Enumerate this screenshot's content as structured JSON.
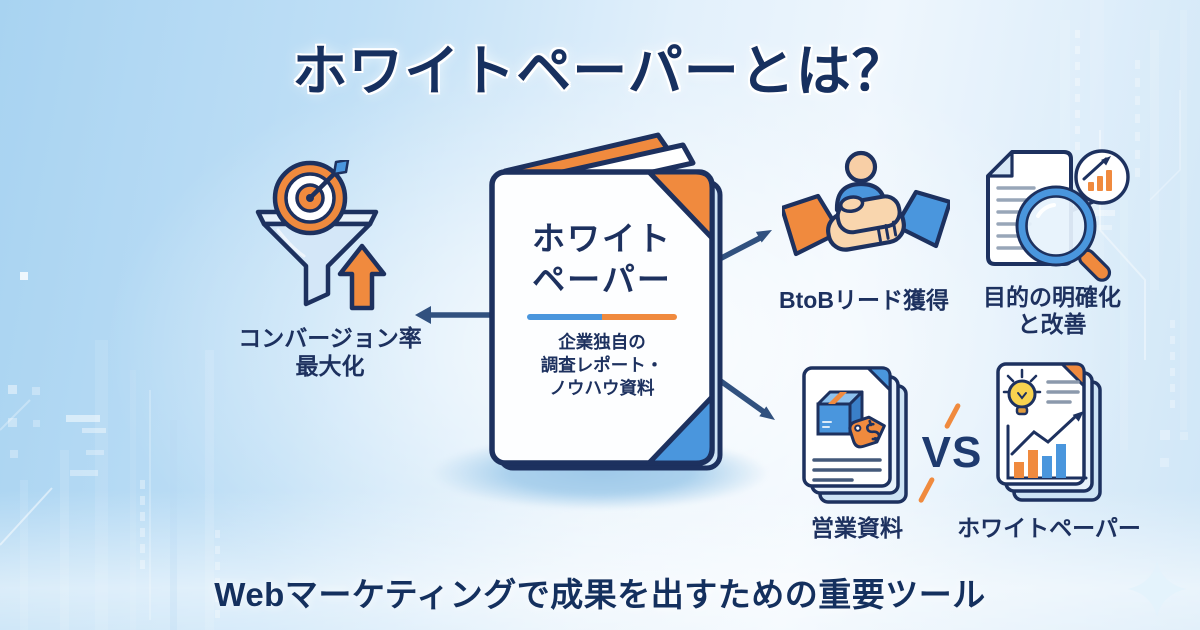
{
  "title": "ホワイトペーパーとは？",
  "center_document": {
    "name_line1": "ホワイト",
    "name_line2": "ペーパー",
    "desc_line1": "企業独自の",
    "desc_line2": "調査レポート・",
    "desc_line3": "ノウハウ資料"
  },
  "benefits": {
    "conversion_line1": "コンバージョン率",
    "conversion_line2": "最大化",
    "btob_label": "BtoBリード獲得",
    "clarify_line1": "目的の明確化",
    "clarify_line2": "と改善"
  },
  "comparison": {
    "sales_label": "営業資料",
    "vs_label": "VS",
    "whitepaper_label": "ホワイトペーパー"
  },
  "footer": "Webマーケティングで成果を出すための重要ツール",
  "icons": {
    "funnel_target": "funnel-with-target-and-up-arrow",
    "handshake": "handshake-with-person",
    "document_magnifier": "document-with-magnifier-and-growth-bubble",
    "sales_document": "sales-document-stack-with-product-box-and-price-tag",
    "whitepaper_document": "document-stack-with-lightbulb-and-bar-chart",
    "sparkle": "four-point-sparkle",
    "arrows": "connector-arrows"
  },
  "colors": {
    "navy": "#1d315f",
    "orange": "#f08a3e",
    "blue": "#4a96dd",
    "skin": "#f8cfa6",
    "light_blue_page": "#cfe4f6",
    "background_blue": "#a8d3f1",
    "background_light": "#eef6fc",
    "arrow": "#31517f"
  }
}
